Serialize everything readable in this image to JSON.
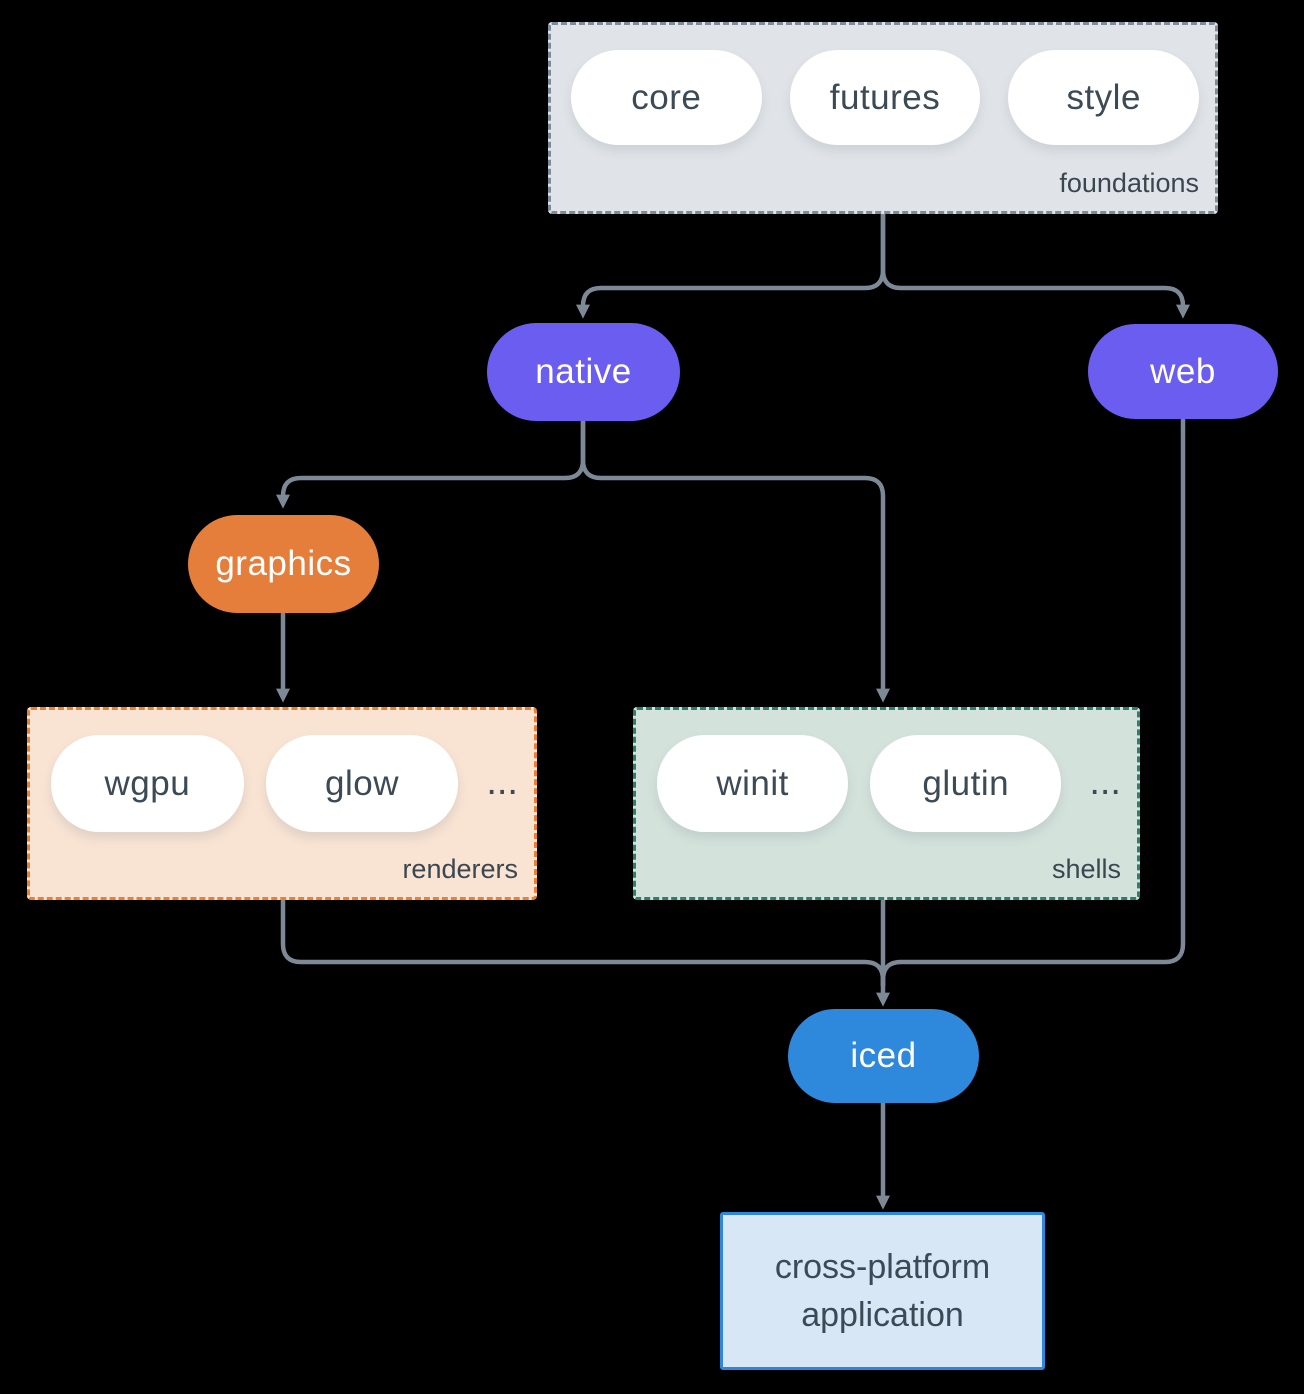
{
  "foundations": {
    "label": "foundations",
    "items": [
      "core",
      "futures",
      "style"
    ]
  },
  "nodes": {
    "native": "native",
    "web": "web",
    "graphics": "graphics",
    "iced": "iced"
  },
  "renderers": {
    "label": "renderers",
    "items": [
      "wgpu",
      "glow"
    ],
    "ellipsis": "..."
  },
  "shells": {
    "label": "shells",
    "items": [
      "winit",
      "glutin"
    ],
    "ellipsis": "..."
  },
  "application": {
    "label": "cross-platform application"
  },
  "colors": {
    "background": "#000000",
    "arrow": "#7d8996",
    "text_dark": "#3c4a55",
    "foundations_fill": "#e0e4e8",
    "foundations_border": "#7e8c99",
    "native_web_fill": "#6a5df0",
    "graphics_fill": "#e57e3a",
    "renderers_fill": "#f9e3d3",
    "renderers_border": "#e8822e",
    "shells_fill": "#d4e2dc",
    "shells_border": "#2a7f6f",
    "iced_fill": "#2e88dc",
    "application_fill": "#d7e7f6",
    "application_border": "#2e86dd",
    "pill_fill": "#ffffff"
  }
}
